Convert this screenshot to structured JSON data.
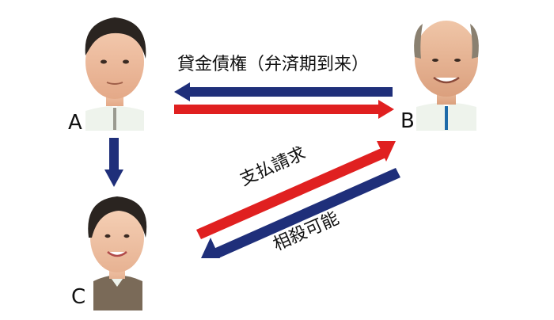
{
  "people": {
    "a": {
      "label": "A"
    },
    "b": {
      "label": "B"
    },
    "c": {
      "label": "C"
    }
  },
  "captions": {
    "loan_claim": "貸金債権（弁済期到来）",
    "payment_demand": "支払請求",
    "offset_possible": "相殺可能"
  },
  "colors": {
    "navy_arrow": "#1f2f7a",
    "red_arrow": "#e02020",
    "shirt_light": "#eef3ec",
    "skin": "#f2c4a4",
    "hair_dark": "#2a2420"
  }
}
